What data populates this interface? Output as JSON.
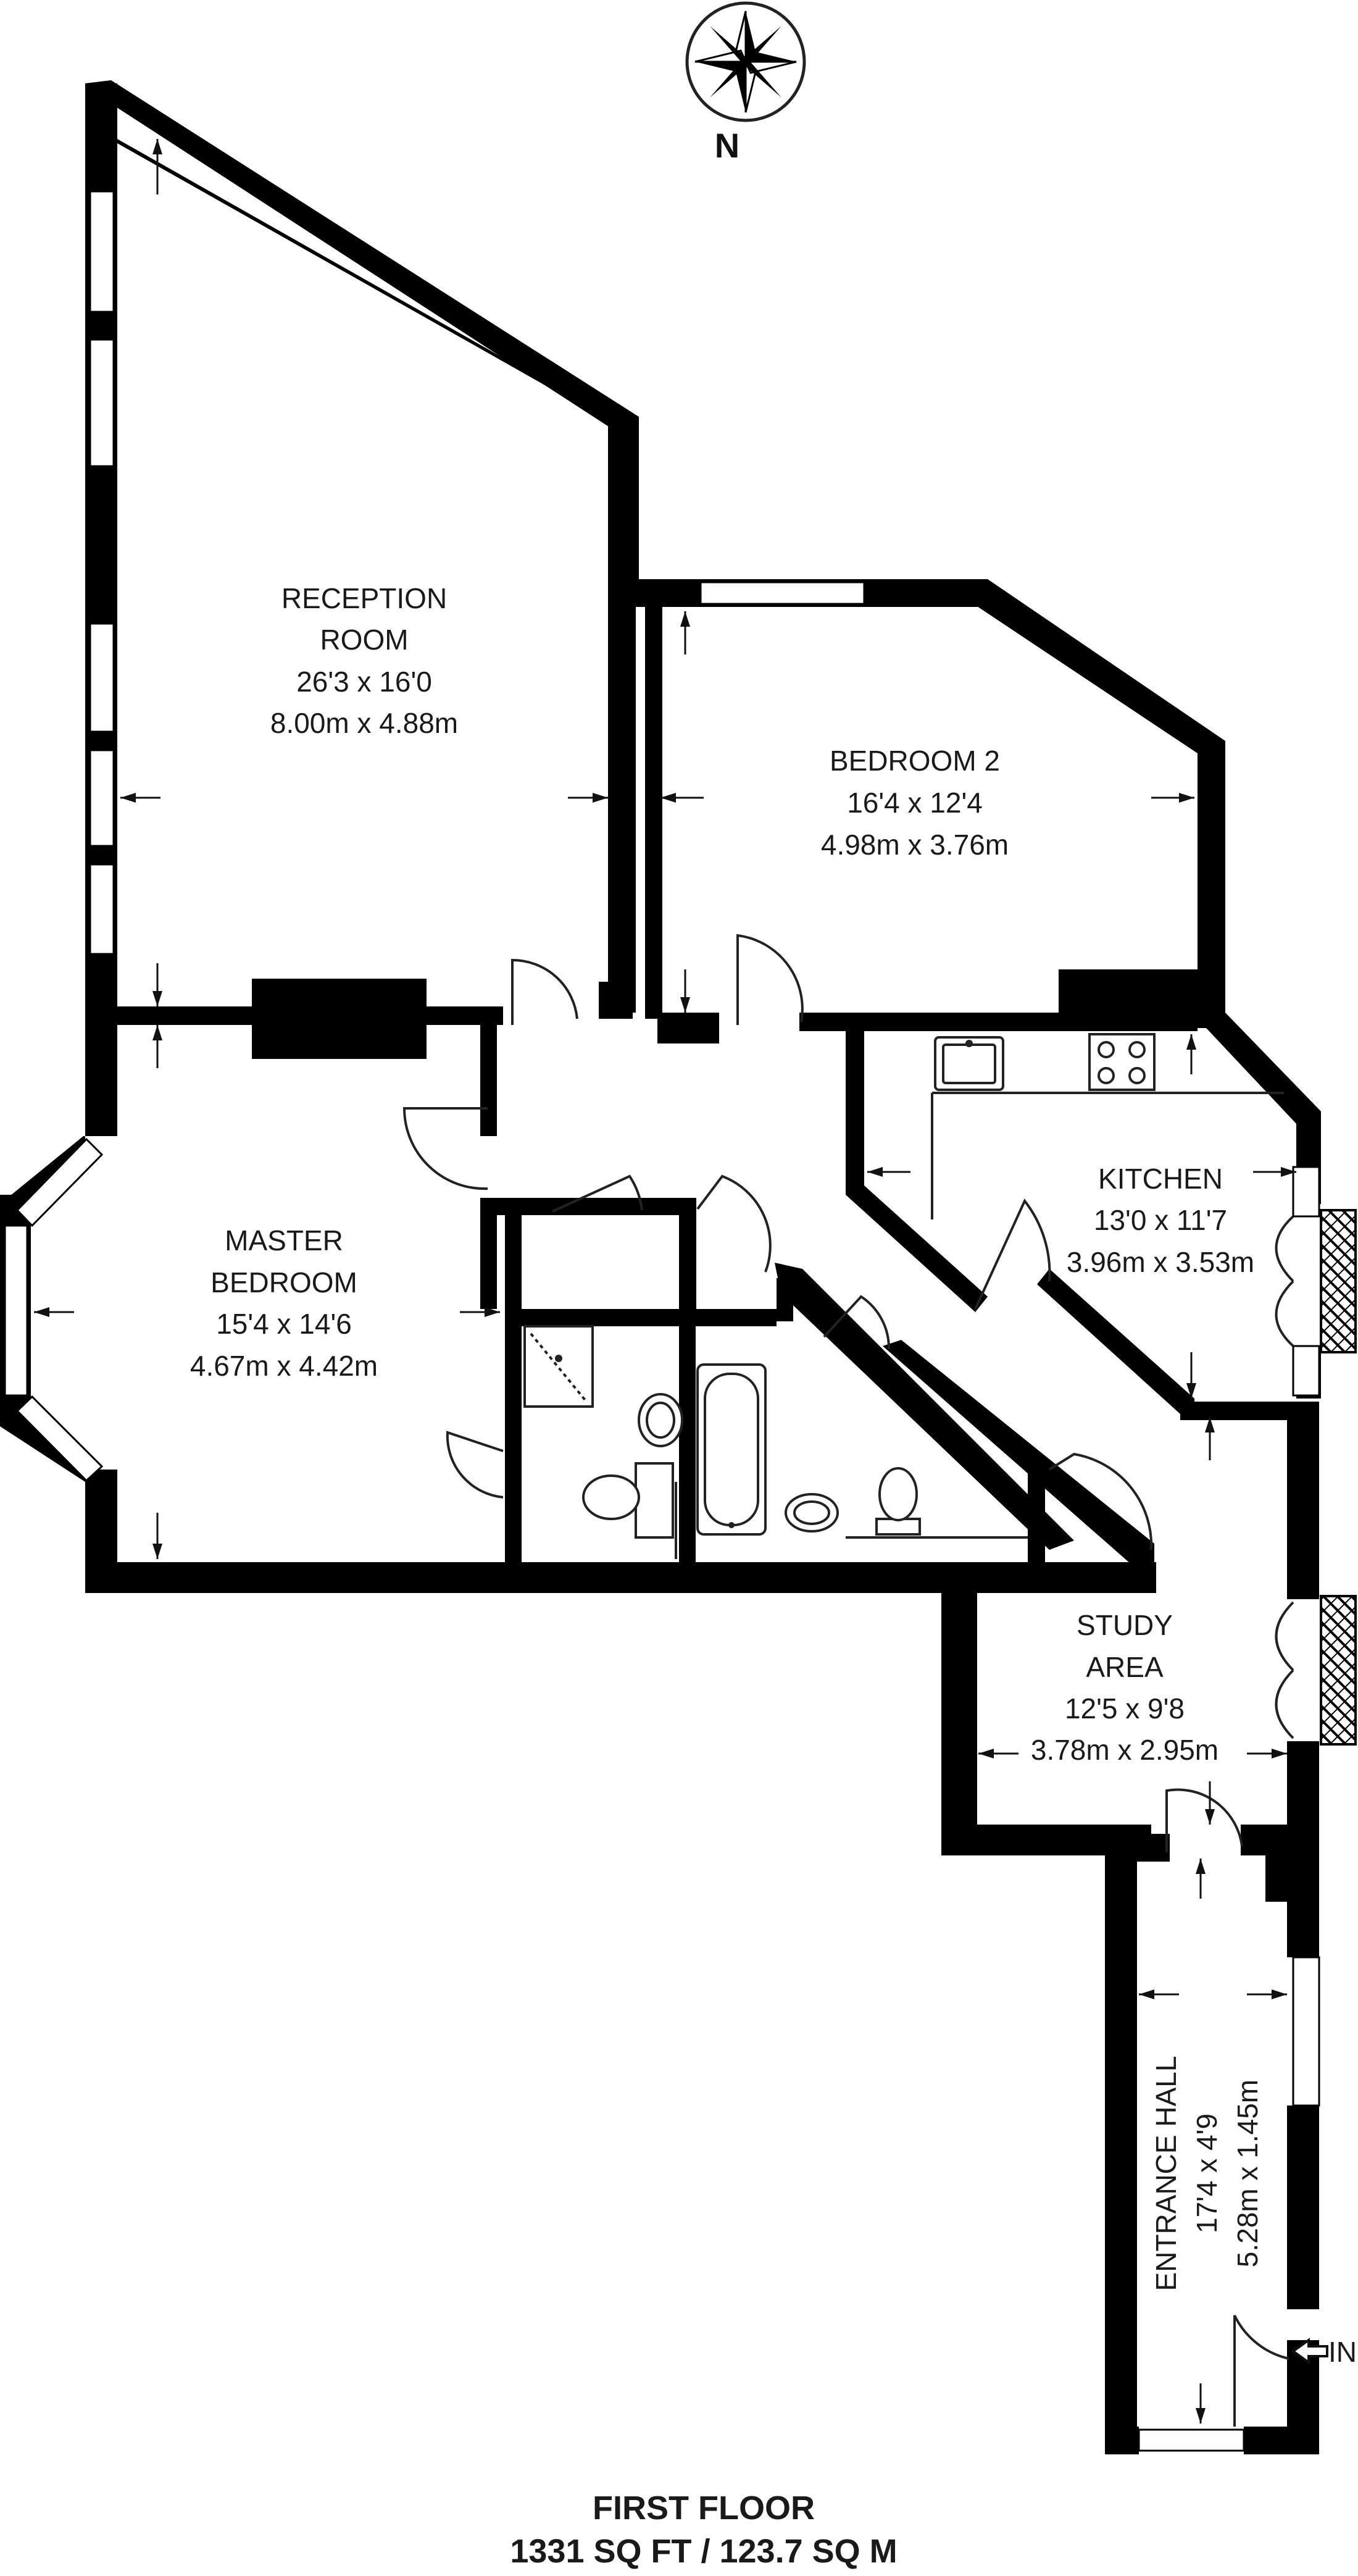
{
  "compass": {
    "label": "N"
  },
  "rooms": [
    {
      "id": "reception",
      "lines": [
        "RECEPTION",
        "ROOM",
        "26'3 x 16'0",
        "8.00m x 4.88m"
      ]
    },
    {
      "id": "bedroom2",
      "lines": [
        "BEDROOM 2",
        "16'4 x 12'4",
        "4.98m x 3.76m"
      ]
    },
    {
      "id": "master",
      "lines": [
        "MASTER",
        "BEDROOM",
        "15'4 x 14'6",
        "4.67m x 4.42m"
      ]
    },
    {
      "id": "kitchen",
      "lines": [
        "KITCHEN",
        "13'0 x 11'7",
        "3.96m x 3.53m"
      ]
    },
    {
      "id": "study",
      "lines": [
        "STUDY",
        "AREA",
        "12'5 x 9'8",
        "3.78m x 2.95m"
      ]
    },
    {
      "id": "hall",
      "lines": [
        "ENTRANCE HALL",
        "17'4 x 4'9",
        "5.28m x 1.45m"
      ]
    }
  ],
  "entrance": {
    "label": "IN"
  },
  "footer": {
    "floor": "FIRST FLOOR",
    "area": "1331 SQ FT / 123.7 SQ M"
  }
}
